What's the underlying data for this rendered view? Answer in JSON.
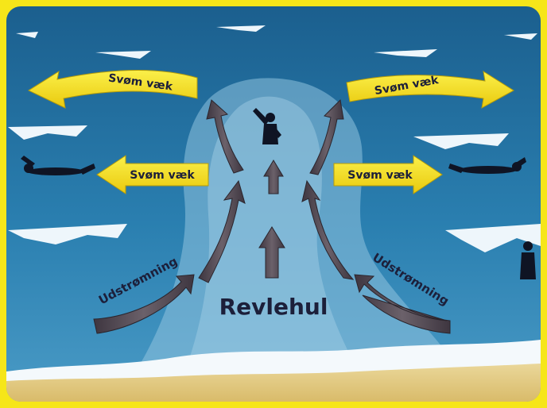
{
  "diagram": {
    "title": "Revlehul",
    "swim_away_label": "Svøm væk",
    "outflow_label": "Udstrømning",
    "colors": {
      "frame": "#f6e619",
      "sea": "#1f6f9e",
      "rip_current": "#7fb6d6",
      "sand": "#e8cf82",
      "arrow_yellow": "#f7e21c",
      "arrow_dark": "#5a5058",
      "text": "#1c1f3a"
    },
    "icons": [
      "swimmer-waving-icon",
      "swimmer-swimming-icon",
      "person-standing-icon"
    ]
  }
}
